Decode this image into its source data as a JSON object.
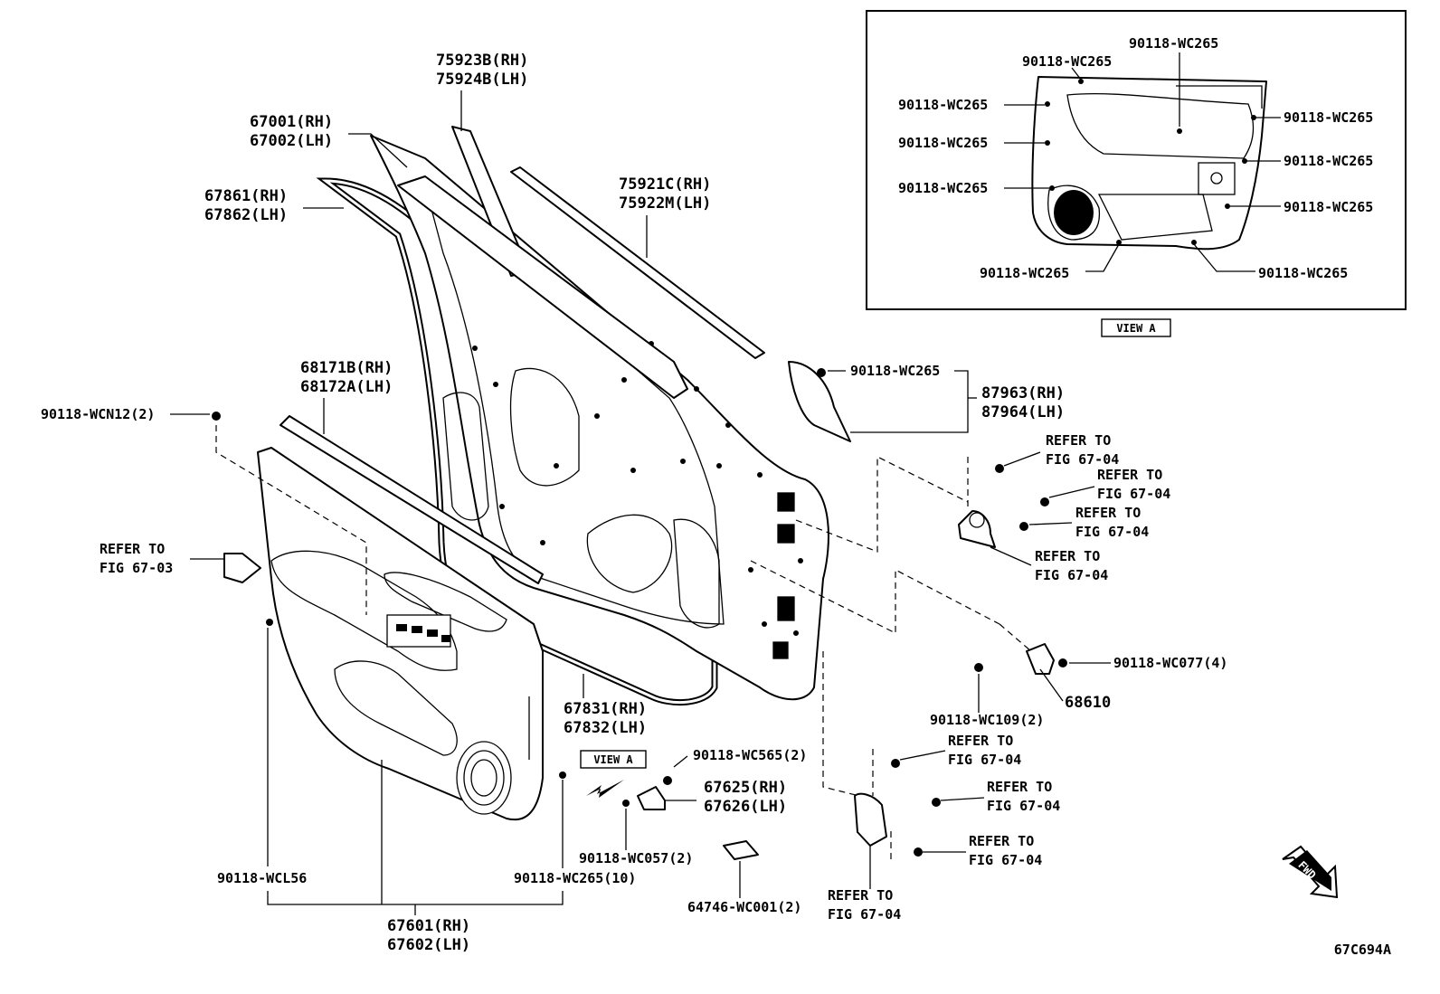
{
  "labels": {
    "l_75923": [
      "75923B(RH)",
      "75924B(LH)"
    ],
    "l_67001": [
      "67001(RH)",
      "67002(LH)"
    ],
    "l_67861": [
      "67861(RH)",
      "67862(LH)"
    ],
    "l_75921": [
      "75921C(RH)",
      "75922M(LH)"
    ],
    "l_68171": [
      "68171B(RH)",
      "68172A(LH)"
    ],
    "l_wcn12": [
      "90118-WCN12(2)"
    ],
    "l_ref0603": [
      "REFER TO",
      "FIG 67-03"
    ],
    "l_wc265_main": [
      "90118-WC265"
    ],
    "l_87963": [
      "87963(RH)",
      "87964(LH)"
    ],
    "l_ref1": [
      "REFER TO",
      "FIG 67-04"
    ],
    "l_ref2": [
      "REFER TO",
      "FIG 67-04"
    ],
    "l_ref3": [
      "REFER TO",
      "FIG 67-04"
    ],
    "l_ref4": [
      "REFER TO",
      "FIG 67-04"
    ],
    "l_wc077": [
      "90118-WC077(4)"
    ],
    "l_68610": [
      "68610"
    ],
    "l_wc109": [
      "90118-WC109(2)"
    ],
    "l_67831": [
      "67831(RH)",
      "67832(LH)"
    ],
    "l_ref5": [
      "REFER TO",
      "FIG 67-04"
    ],
    "l_ref6": [
      "REFER TO",
      "FIG 67-04"
    ],
    "l_ref7": [
      "REFER TO",
      "FIG 67-04"
    ],
    "l_ref8": [
      "REFER TO",
      "FIG 67-04"
    ],
    "l_wc565": [
      "90118-WC565(2)"
    ],
    "l_67625": [
      "67625(RH)",
      "67626(LH)"
    ],
    "l_wc057": [
      "90118-WC057(2)"
    ],
    "l_64746": [
      "64746-WC001(2)"
    ],
    "l_wcl56": [
      "90118-WCL56"
    ],
    "l_wc265_10": [
      "90118-WC265(10)"
    ],
    "l_67601": [
      "67601(RH)",
      "67602(LH)"
    ],
    "va_1": [
      "90118-WC265"
    ],
    "va_2": [
      "90118-WC265"
    ],
    "va_3": [
      "90118-WC265"
    ],
    "va_4": [
      "90118-WC265"
    ],
    "va_5": [
      "90118-WC265"
    ],
    "va_6": [
      "90118-WC265"
    ],
    "va_7": [
      "90118-WC265"
    ],
    "va_8": [
      "90118-WC265"
    ],
    "va_9": [
      "90118-WC265"
    ],
    "va_10": [
      "90118-WC265"
    ]
  },
  "view_tag": "VIEW A",
  "view_caption": "VIEW A",
  "fwd_label": "FWD",
  "figure_code": "67C694A",
  "icons": {
    "forward_arrow": "fwd-arrow-icon",
    "view_direction": "view-direction-arrow-icon"
  }
}
